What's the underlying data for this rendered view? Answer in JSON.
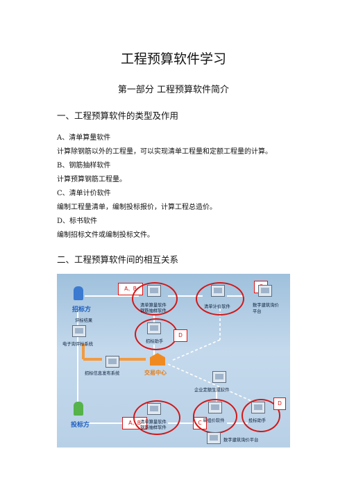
{
  "title": "工程预算软件学习",
  "subtitle": "第一部分  工程预算软件简介",
  "section1": {
    "heading": "一、工程预算软件的类型及作用",
    "lines": [
      "A、清单算量软件",
      "计算除钢筋以外的工程量，可以实现清单工程量和定额工程量的计算。",
      "B、钢筋抽样软件",
      "计算预算钢筋工程量。",
      "C、清单计价软件",
      "编制工程量清单，编制投标报价，计算工程总造价。",
      "D、标书软件",
      "编制招标文件或编制投标文件。"
    ]
  },
  "section2": {
    "heading": "二、工程预算软件间的相互关系"
  },
  "diagram": {
    "zhaobiaofang": "招标方",
    "toubiaofang": "投标方",
    "pingbiao_result": "评标结果",
    "dianzi_pingbiao": "电子询评标系统",
    "zhaobiao_info": "招标信息发布系统",
    "jiaoyi_center": "交易中心",
    "qingdan_suanliang_top": "清单算量软件",
    "gangjin_top": "钢筋抽样软件",
    "qingdan_jijia_top": "清单计价软件",
    "shuzi_top": "数字建筑询价平台",
    "zhaobiao_helper": "招标助手",
    "qiye_dinge": "企业定额生成软件",
    "qingdan_suanliang_bottom": "清单算量软件",
    "gangjin_bottom": "钢筋抽样软件",
    "danjia_bottom": "单组价软件",
    "toubiao_helper": "投标助手",
    "shuzi_bottom": "数字建筑询价平台",
    "tag_ab_top": "A、B",
    "tag_c_top": "C",
    "tag_d_mid": "D",
    "tag_ab_bottom": "A、B",
    "tag_c_bottom": "C",
    "tag_d_bottom": "D"
  }
}
